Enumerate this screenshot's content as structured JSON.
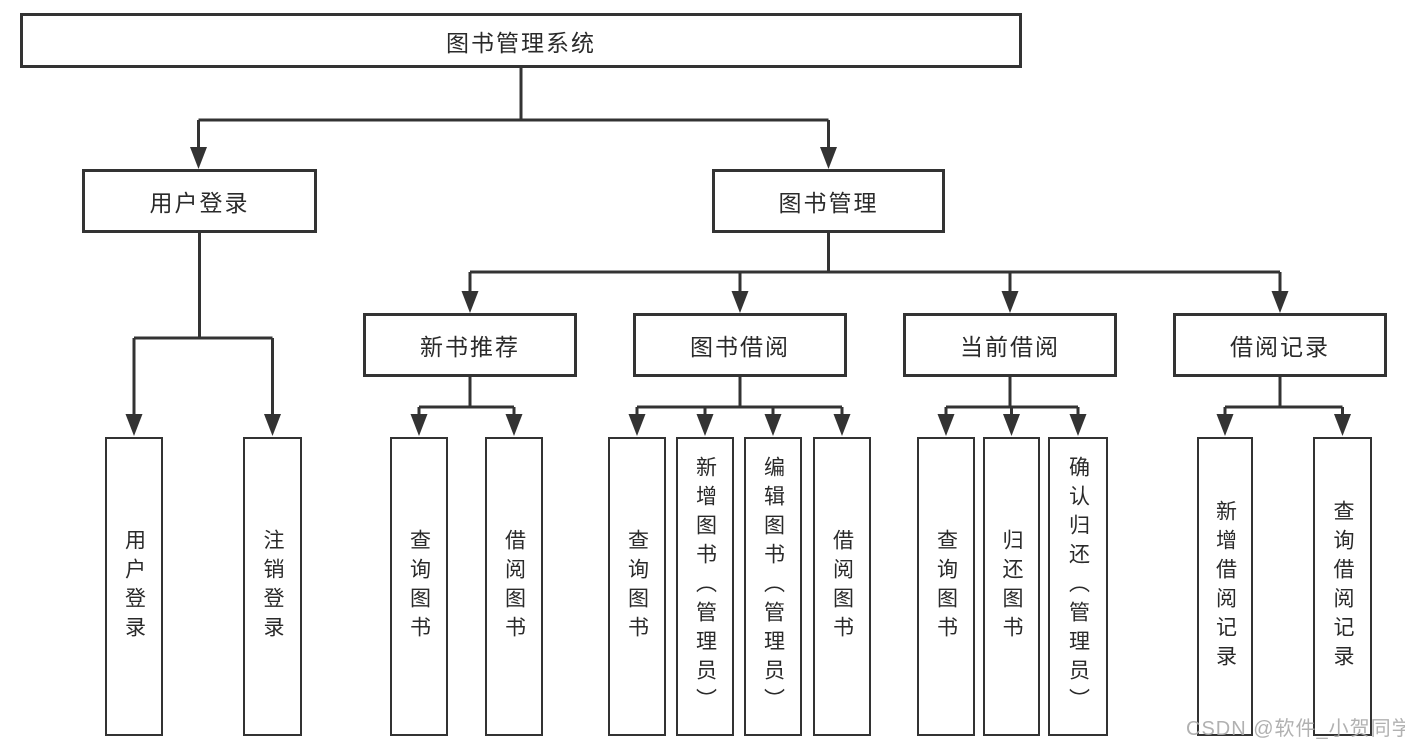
{
  "diagram": {
    "root": {
      "label": "图书管理系统"
    },
    "branches": [
      {
        "label": "用户登录",
        "children": [
          {
            "label": "用户登录"
          },
          {
            "label": "注销登录"
          }
        ]
      },
      {
        "label": "图书管理",
        "children": [
          {
            "label": "新书推荐",
            "children": [
              {
                "label": "查询图书"
              },
              {
                "label": "借阅图书"
              }
            ]
          },
          {
            "label": "图书借阅",
            "children": [
              {
                "label": "查询图书"
              },
              {
                "label": "新增图书（管理员）"
              },
              {
                "label": "编辑图书（管理员）"
              },
              {
                "label": "借阅图书"
              }
            ]
          },
          {
            "label": "当前借阅",
            "children": [
              {
                "label": "查询图书"
              },
              {
                "label": "归还图书"
              },
              {
                "label": "确认归还（管理员）"
              }
            ]
          },
          {
            "label": "借阅记录",
            "children": [
              {
                "label": "新增借阅记录"
              },
              {
                "label": "查询借阅记录"
              }
            ]
          }
        ]
      }
    ]
  },
  "watermark": {
    "text": "CSDN @软件_小贺同学"
  },
  "colors": {
    "line": "#333333",
    "border": "#333333",
    "text": "#2a2a2a",
    "watermark": "#a9a9a9",
    "background": "#ffffff"
  }
}
